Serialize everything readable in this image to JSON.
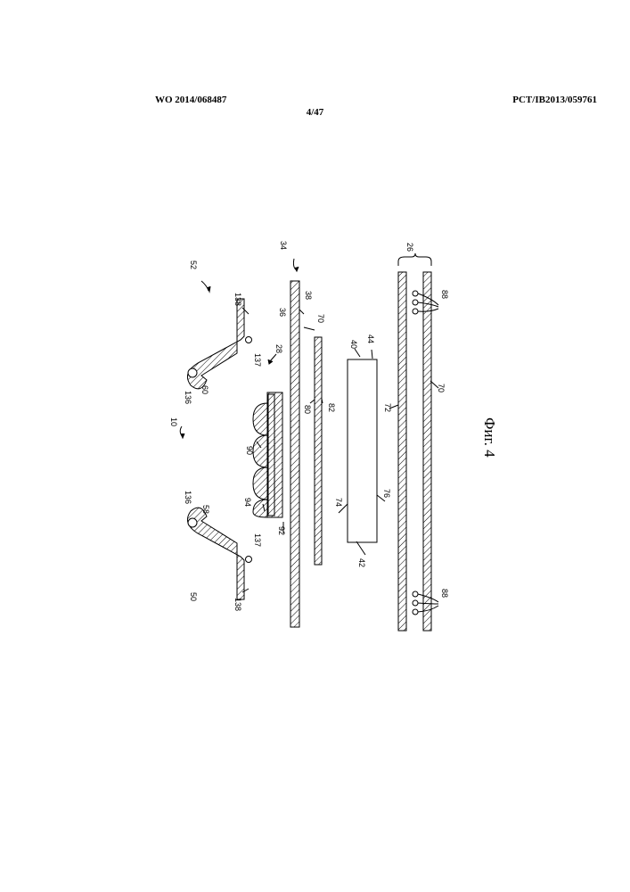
{
  "header": {
    "left": "WO 2014/068487",
    "center": "4/47",
    "right": "PCT/IB2013/059761"
  },
  "figure": {
    "caption": "Фиг. 4",
    "labels": {
      "l10": "10",
      "l26": "26",
      "l28": "28",
      "l34": "34",
      "l36": "36",
      "l38": "38",
      "l40": "40",
      "l42": "42",
      "l44": "44",
      "l50": "50",
      "l52": "52",
      "l58": "58",
      "l60": "60",
      "l70a": "70",
      "l70b": "70",
      "l72": "72",
      "l74": "74",
      "l76": "76",
      "l80": "80",
      "l82": "82",
      "l88a": "88",
      "l88b": "88",
      "l90": "90",
      "l92": "92",
      "l94": "94",
      "l136a": "136",
      "l136b": "136",
      "l137a": "137",
      "l137b": "137",
      "l138a": "138",
      "l138b": "138"
    }
  }
}
